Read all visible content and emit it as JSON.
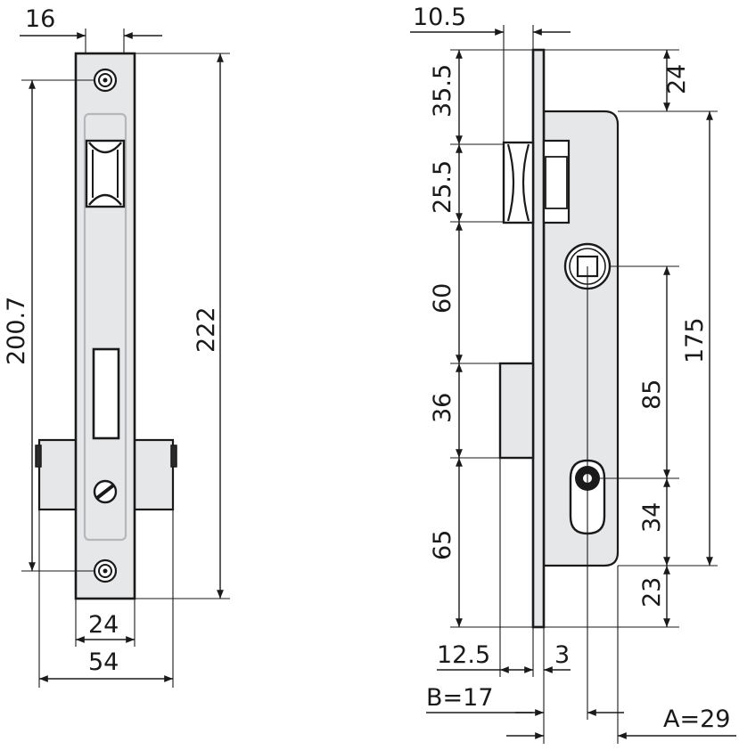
{
  "front_view": {
    "faceplate_width": "16",
    "screw_spacing": "200.7",
    "faceplate_length": "222",
    "latch_offset": "24",
    "body_width": "54"
  },
  "side_view": {
    "plate_thickness": "10.5",
    "top_to_latch": "35.5",
    "latch_height": "25.5",
    "latch_to_bolt": "60",
    "bolt_height": "36",
    "bolt_to_bottom": "65",
    "top_to_case": "24",
    "case_height": "175",
    "spindle_to_cylinder": "85",
    "cylinder_to_case_bottom": "34",
    "case_bottom_to_plate_bottom": "23",
    "bolt_throw": "12.5",
    "plate_offset": "3",
    "backset_b": "B=17",
    "backset_a": "A=29"
  },
  "colors": {
    "line": "#1a1a1a",
    "plate_fill": "#e6e7e9",
    "highlight": "#b5b7ba"
  }
}
